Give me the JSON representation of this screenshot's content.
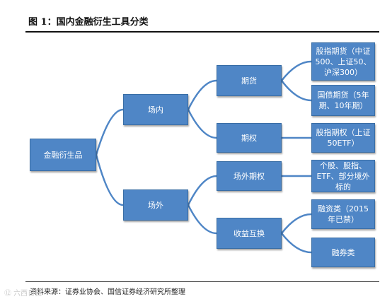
{
  "title": "图 1：国内金融衍生工具分类",
  "source": "资料来源：证券业协会、国信证券经济研究所整理",
  "watermark": "⑫ 六西日报",
  "colors": {
    "node_fill": "#4f86c6",
    "node_border": "#3a6ea5",
    "connector": "#4f86c6"
  },
  "nodes": {
    "root": "金融衍生品",
    "onsite": "场内",
    "offsite": "场外",
    "futures": "期货",
    "options": "期权",
    "otc_options": "场外期权",
    "swap": "收益互换",
    "leaf_index_futures": "股指期货（中证500、上证50、沪深300）",
    "leaf_bond_futures": "国债期货（5年期、10年期）",
    "leaf_index_options": "股指期权（上证50ETF）",
    "leaf_otc_underlying": "个股、股指、ETF、部分境外标的",
    "leaf_margin_financing": "融资类（2015年已禁）",
    "leaf_securities_lending": "融券类"
  }
}
